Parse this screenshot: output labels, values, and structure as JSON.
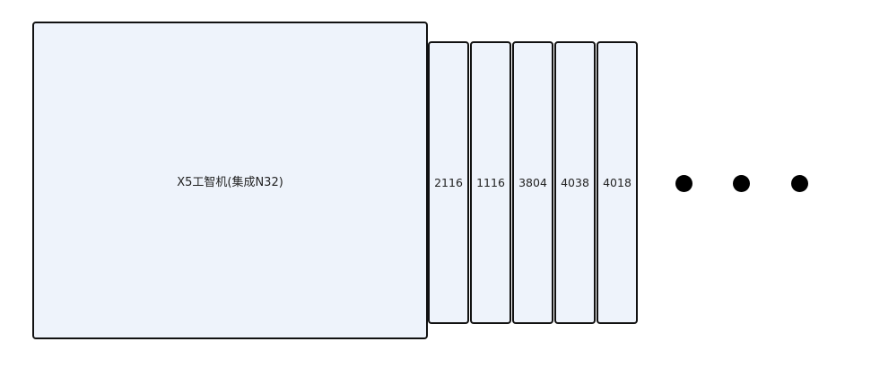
{
  "main_unit": {
    "label": "X5工智机(集成N32)"
  },
  "modules": [
    {
      "label": "2116"
    },
    {
      "label": "1116"
    },
    {
      "label": "3804"
    },
    {
      "label": "4038"
    },
    {
      "label": "4018"
    }
  ],
  "colors": {
    "box_fill": "#eef3fb",
    "border": "#111111",
    "dot": "#000000"
  }
}
